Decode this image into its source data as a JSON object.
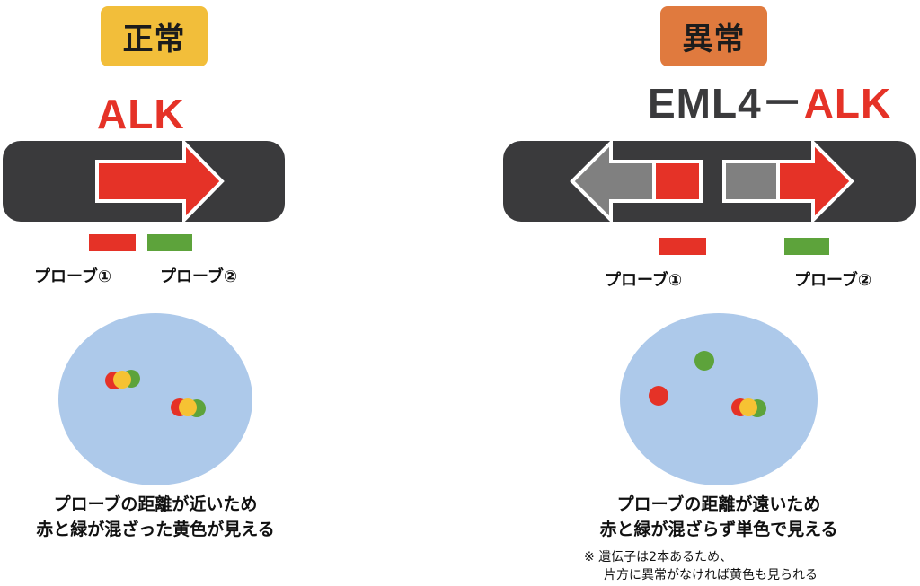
{
  "normal": {
    "badge": "正常",
    "badge_color": "#f2be3a",
    "gene": "ALK",
    "probe1_label": "プローブ①",
    "probe2_label": "プローブ②",
    "caption_line1": "プローブの距離が近いため",
    "caption_line2": "赤と緑が混ざった黄色が見える"
  },
  "abnormal": {
    "badge": "異常",
    "badge_color": "#e07a3e",
    "gene_part1": "EML4－",
    "gene_part2": "ALK",
    "probe1_label": "プローブ①",
    "probe2_label": "プローブ②",
    "caption_line1": "プローブの距離が遠いため",
    "caption_line2": "赤と緑が混ざらず単色で見える",
    "note_line1": "※ 遺伝子は2本あるため、",
    "note_line2": "片方に異常がなければ黄色も見られる"
  },
  "colors": {
    "red": "#e53227",
    "green": "#5da33b",
    "yellow": "#f6c233",
    "gray_arrow": "#808080",
    "bar": "#3a3a3c",
    "cell": "#adc9ea",
    "text_dark": "#3a3a3c"
  }
}
